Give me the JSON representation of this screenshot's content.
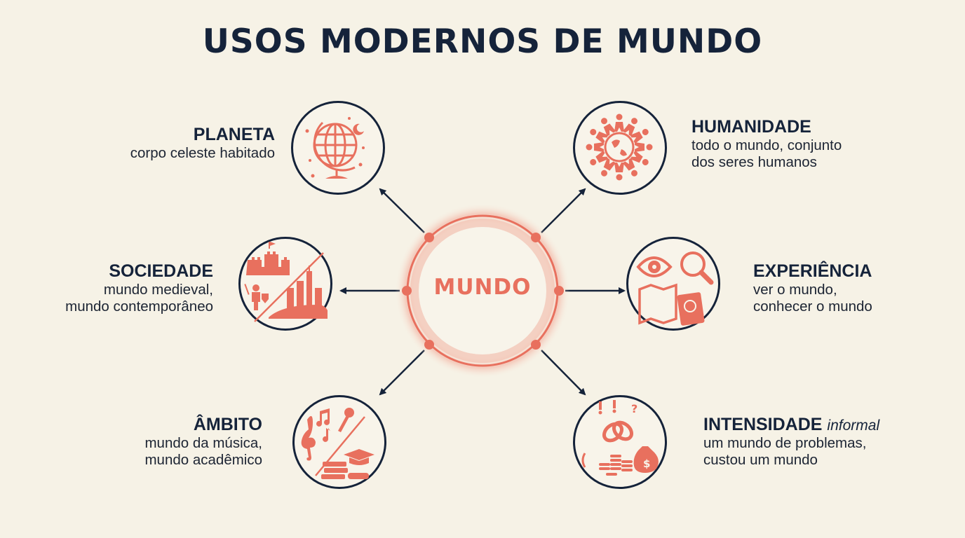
{
  "title": "USOS MODERNOS DE MUNDO",
  "center": {
    "label": "MUNDO",
    "color": "#e8705e"
  },
  "colors": {
    "navy": "#15233a",
    "coral": "#e8705e",
    "background": "#f6f2e6"
  },
  "nodes": [
    {
      "id": "planeta",
      "heading": "PLANETA",
      "description_lines": [
        "corpo celeste habitado"
      ],
      "icon": "globe-icon"
    },
    {
      "id": "humanidade",
      "heading": "HUMANIDADE",
      "description_lines": [
        "todo o mundo, conjunto",
        "dos seres humanos"
      ],
      "icon": "people-around-globe-icon"
    },
    {
      "id": "sociedade",
      "heading": "SOCIEDADE",
      "description_lines": [
        "mundo medieval,",
        "mundo contemporâneo"
      ],
      "icon": "castle-and-city-icon"
    },
    {
      "id": "experiencia",
      "heading": "EXPERIÊNCIA",
      "description_lines": [
        "ver o mundo,",
        "conhecer o mundo"
      ],
      "icon": "eye-map-passport-icon"
    },
    {
      "id": "ambito",
      "heading": "ÂMBITO",
      "description_lines": [
        "mundo da música,",
        "mundo acadêmico"
      ],
      "icon": "music-and-academic-icon"
    },
    {
      "id": "intensidade",
      "heading": "INTENSIDADE",
      "heading_note": "informal",
      "description_lines": [
        "um mundo de problemas,",
        "custou um mundo"
      ],
      "icon": "tangle-and-money-icon"
    }
  ]
}
